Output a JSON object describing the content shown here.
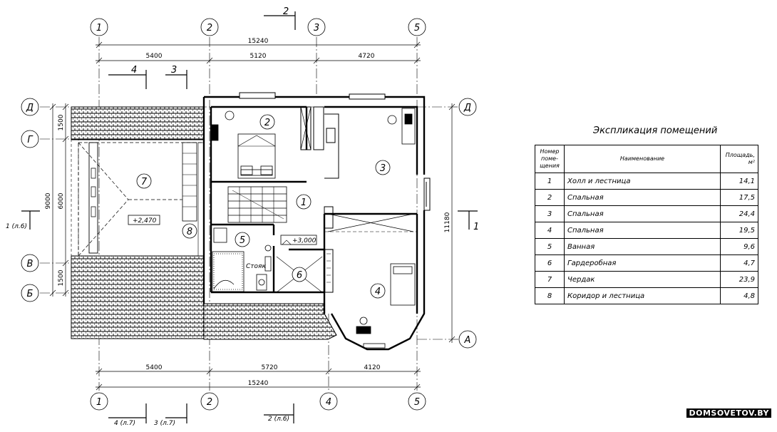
{
  "axes_top": [
    "1",
    "2",
    "3",
    "5"
  ],
  "axes_bottom": [
    "1",
    "2",
    "4",
    "5"
  ],
  "axes_left": [
    "Д",
    "Г",
    "В",
    "Б"
  ],
  "axes_right": [
    "Д",
    "А"
  ],
  "dims": {
    "top_total": "15240",
    "top_a": "5400",
    "top_b": "5120",
    "top_c": "4720",
    "bottom_a": "5400",
    "bottom_b": "5720",
    "bottom_c": "4120",
    "bottom_total": "15240",
    "left_total": "9000",
    "left_mid": "6000",
    "left_top": "1500",
    "left_bot": "1500",
    "right_total": "11180"
  },
  "sections": {
    "top": "2",
    "top_inner_left": "4",
    "top_inner_right": "3",
    "left": "1 (л.6)",
    "right": "1",
    "bottom_left": "4 (л.7)",
    "bottom_mid": "3 (л.7)",
    "bottom_right": "2 (л.6)"
  },
  "room_numbers": [
    "1",
    "2",
    "3",
    "4",
    "5",
    "6",
    "7",
    "8"
  ],
  "levels": {
    "attic": "+2,470",
    "floor": "+3,000"
  },
  "riser_label": "Стояк",
  "explication": {
    "title": "Экспликация помещений",
    "headers": {
      "num": "Номер поме- щения",
      "name": "Наименование",
      "area": "Площадь, м²"
    },
    "rows": [
      {
        "num": "1",
        "name": "Холл и лестница",
        "area": "14,1"
      },
      {
        "num": "2",
        "name": "Спальная",
        "area": "17,5"
      },
      {
        "num": "3",
        "name": "Спальная",
        "area": "24,4"
      },
      {
        "num": "4",
        "name": "Спальная",
        "area": "19,5"
      },
      {
        "num": "5",
        "name": "Ванная",
        "area": "9,6"
      },
      {
        "num": "6",
        "name": "Гардеробная",
        "area": "4,7"
      },
      {
        "num": "7",
        "name": "Чердак",
        "area": "23,9"
      },
      {
        "num": "8",
        "name": "Коридор и лестница",
        "area": "4,8"
      }
    ]
  },
  "watermark": "DOMSOVETOV.BY"
}
